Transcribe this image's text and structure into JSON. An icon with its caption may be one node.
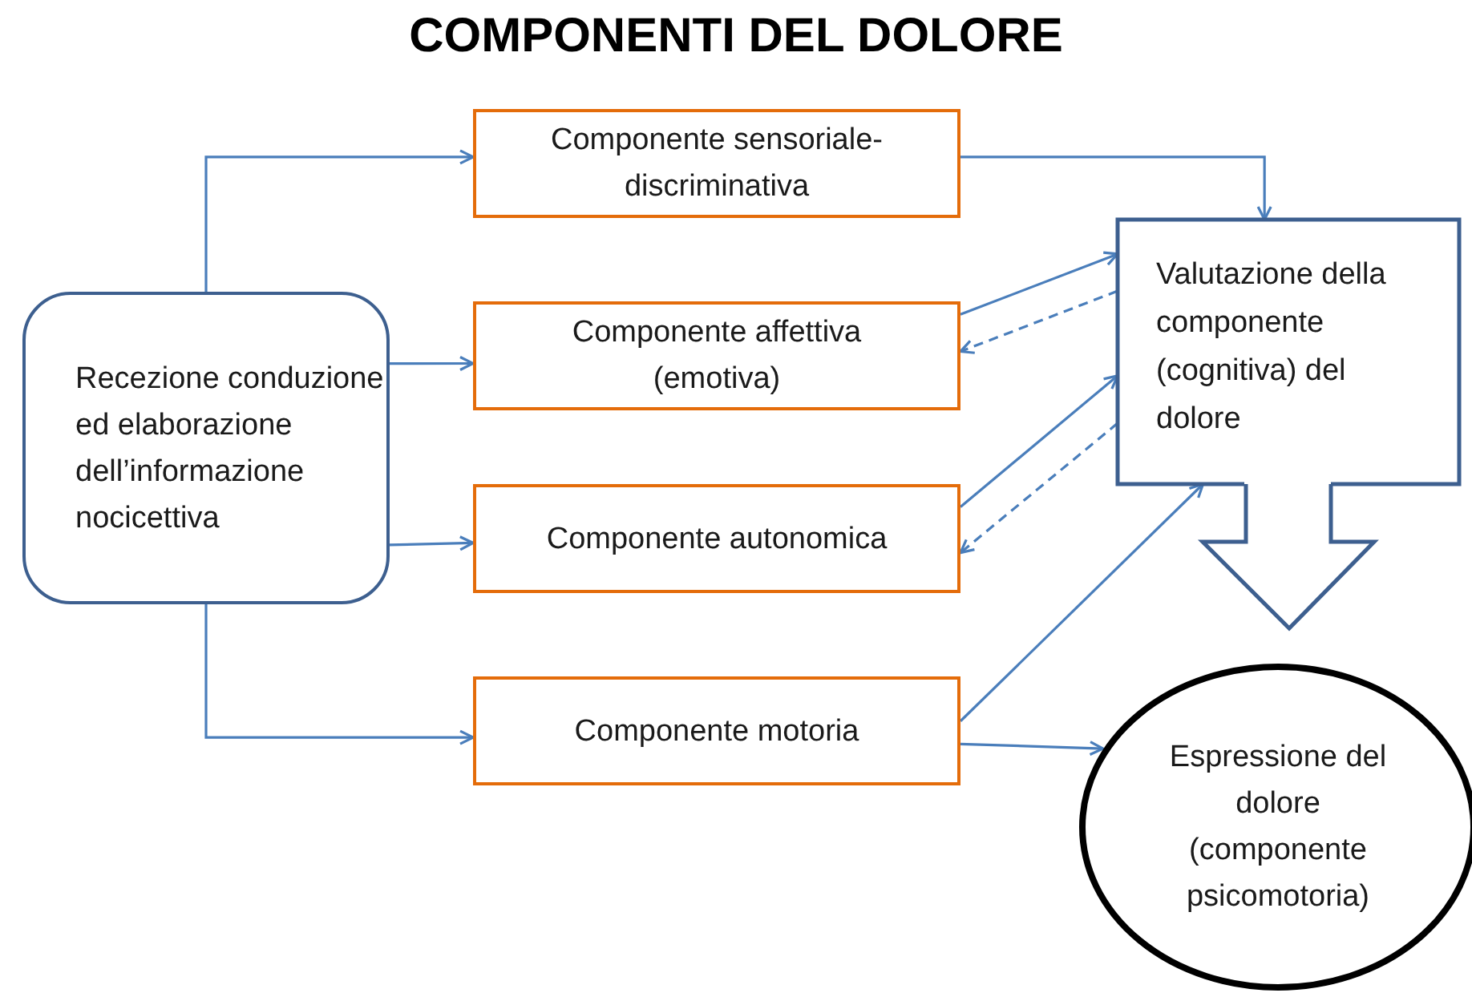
{
  "diagram": {
    "title": "COMPONENTI DEL DOLORE",
    "nodes": [
      {
        "text": [
          "Recezione conduzione ed elaborazione dell’informazione nocicettiva"
        ]
      },
      {
        "text": [
          "Componente sensoriale-discriminativa"
        ]
      },
      {
        "text": [
          "Componente affettiva (emotiva)"
        ]
      },
      {
        "text": [
          "Componente autonomica"
        ]
      },
      {
        "text": [
          "Componente motoria"
        ]
      },
      {
        "text": [
          "Valutazione della componente (cognitiva) del dolore"
        ]
      },
      {
        "text": [
          "Espressione del dolore (componente psicomotoria)"
        ]
      }
    ],
    "edges": [
      {
        "from": 0,
        "to": 1,
        "arrow": "to"
      },
      {
        "from": 0,
        "to": 2,
        "arrow": "to"
      },
      {
        "from": 0,
        "to": 3,
        "arrow": "to"
      },
      {
        "from": 0,
        "to": 4,
        "arrow": "to"
      },
      {
        "from": 1,
        "to": 5,
        "arrow": "to"
      },
      {
        "from": 2,
        "to": 5,
        "arrow": "to"
      },
      {
        "from": 5,
        "to": 2,
        "arrow": "to",
        "style": "dashed"
      },
      {
        "from": 3,
        "to": 5,
        "arrow": "to"
      },
      {
        "from": 5,
        "to": 3,
        "arrow": "to",
        "style": "dashed"
      },
      {
        "from": 4,
        "to": 5,
        "arrow": "to"
      },
      {
        "from": 4,
        "to": 6,
        "arrow": "to"
      },
      {
        "from": 5,
        "to": 6,
        "arrow": "to",
        "style": "thick",
        "color": "#3d5f8f"
      }
    ]
  }
}
